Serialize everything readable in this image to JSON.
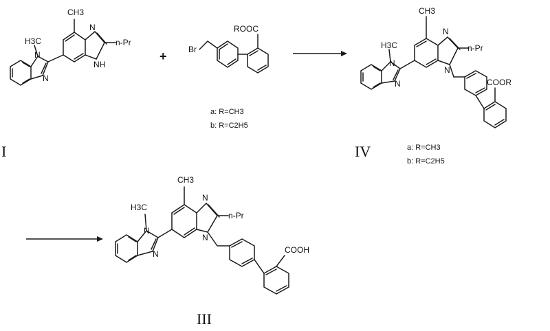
{
  "figure": {
    "compound_I": {
      "roman": "I",
      "methyl": "CH3",
      "n_methyl": "H3C",
      "propyl": "n-Pr",
      "nh": "NH",
      "n_top": "N",
      "n_left1": "N",
      "n_left2": "N"
    },
    "plus": "+",
    "compound_II": {
      "ester": "ROOC",
      "br": "Br",
      "variant_a": "a: R=CH3",
      "variant_b": "b: R=C2H5"
    },
    "compound_IV": {
      "roman": "IV",
      "methyl": "CH3",
      "n_methyl": "H3C",
      "propyl": "n-Pr",
      "ester": "COOR",
      "n_top": "N",
      "n_bottom": "N",
      "n_left1": "N",
      "n_left2": "N",
      "variant_a": "a: R=CH3",
      "variant_b": "b: R=C2H5"
    },
    "compound_III": {
      "roman": "III",
      "methyl": "CH3",
      "n_methyl": "H3C",
      "propyl": "n-Pr",
      "acid": "COOH",
      "n_top": "N",
      "n_bottom": "N",
      "n_left1": "N",
      "n_left2": "N"
    }
  }
}
